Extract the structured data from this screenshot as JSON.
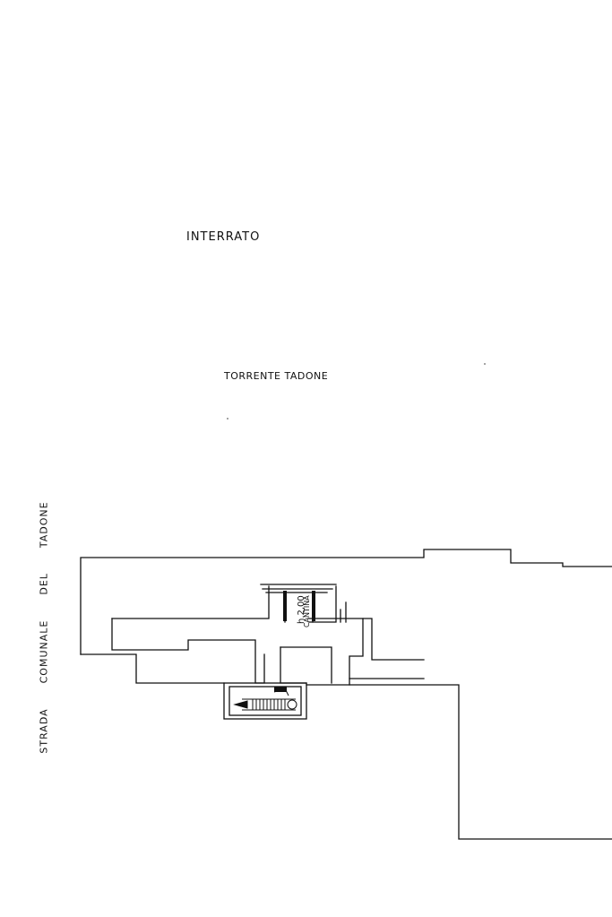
{
  "drawing": {
    "title": "INTERRATO",
    "river_label": "TORRENTE TADONE",
    "road_label_words": [
      "STRADA",
      "COMUNALE",
      "DEL",
      "TADONE"
    ],
    "room_label": "CANTINA",
    "height_label": "h.2,00"
  },
  "colors": {
    "ink": "#111111",
    "paper": "#ffffff"
  }
}
